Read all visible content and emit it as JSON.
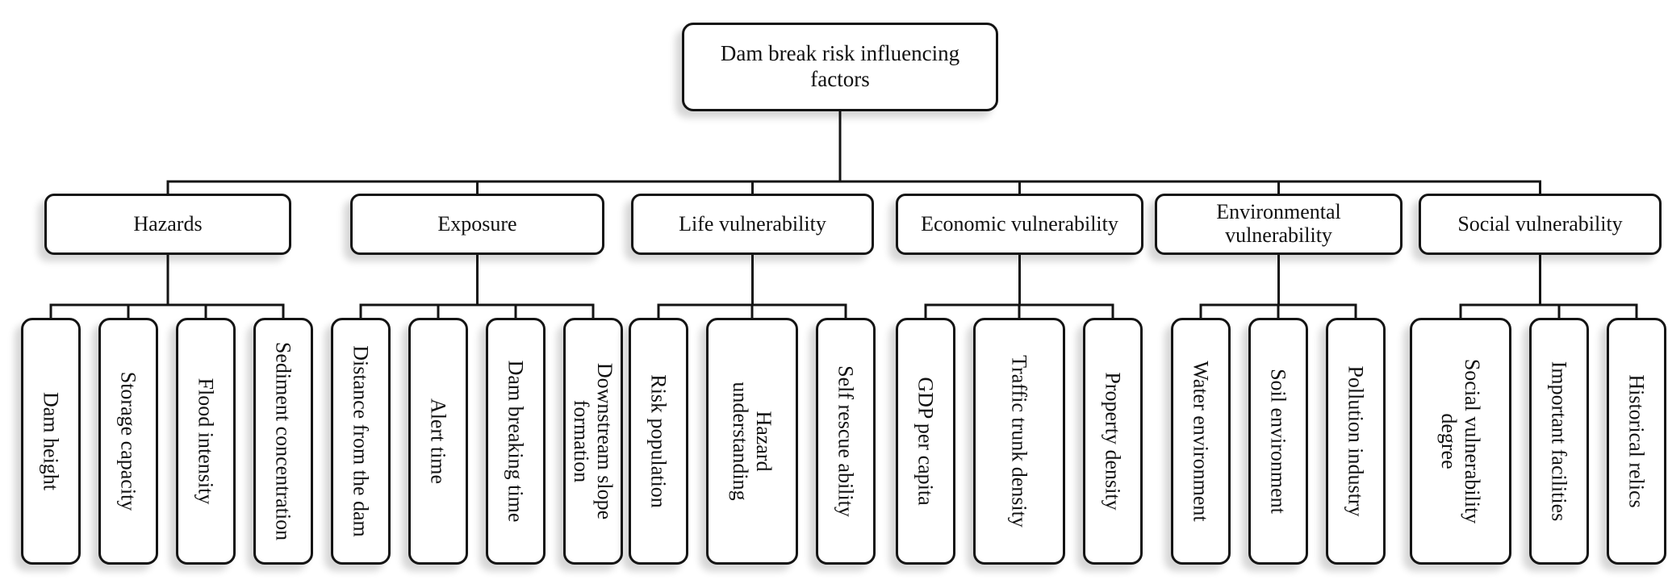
{
  "title": "Dam break risk influencing factors",
  "colors": {
    "line": "#141414",
    "border": "#141414",
    "background": "#ffffff",
    "text": "#111111"
  },
  "root": {
    "label": "Dam break risk influencing\nfactors"
  },
  "groups": [
    {
      "label": "Hazards",
      "children": [
        "Dam height",
        "Storage capacity",
        "Flood intensity",
        "Sediment concentration"
      ]
    },
    {
      "label": "Exposure",
      "children": [
        "Distance from the dam",
        "Alert time",
        "Dam breaking time",
        "Downstream slope\nformation"
      ]
    },
    {
      "label": "Life vulnerability",
      "children": [
        "Risk population",
        "Hazard\nunderstanding",
        "Self rescue ability"
      ]
    },
    {
      "label": "Economic vulnerability",
      "children": [
        "GDP per capita",
        "Traffic trunk density",
        "Property density"
      ]
    },
    {
      "label": "Environmental\nvulnerability",
      "children": [
        "Water environment",
        "Soil environment",
        "Pollution industry"
      ]
    },
    {
      "label": "Social vulnerability",
      "children": [
        "Social vulnerability\ndegree",
        "Important facilities",
        "Historical relics"
      ]
    }
  ]
}
